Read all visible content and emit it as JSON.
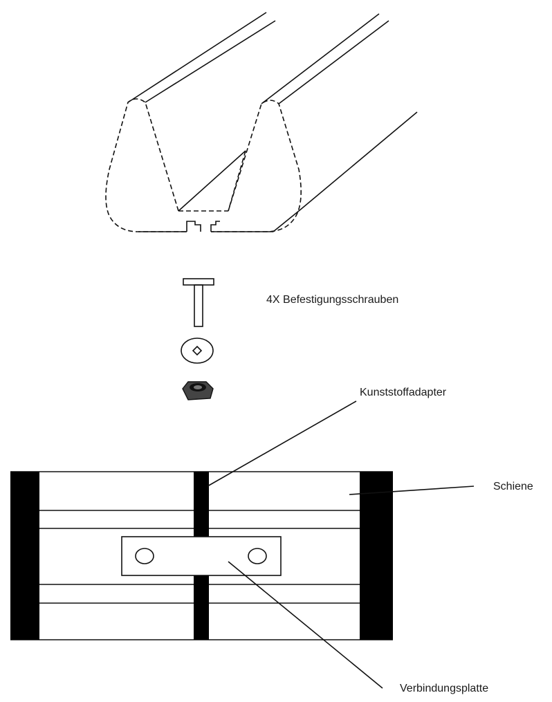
{
  "labels": {
    "screws": "4X Befestigungsschrauben",
    "adapter": "Kunststoffadapter",
    "rail": "Schiene",
    "plate": "Verbindungsplatte"
  }
}
